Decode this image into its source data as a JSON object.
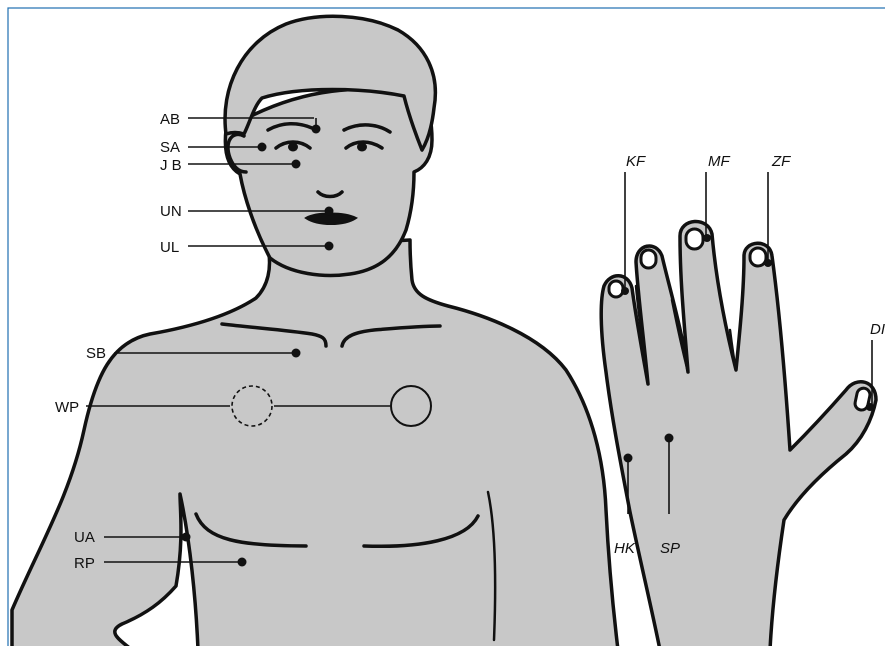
{
  "colors": {
    "body_fill": "#c8c8c8",
    "outline": "#111111",
    "frame_border": "#1f6fb0",
    "background": "#ffffff"
  },
  "body_points": {
    "AB": "AB",
    "SA": "SA",
    "JB": "J B",
    "UN": "UN",
    "UL": "UL",
    "SB": "SB",
    "WP": "WP",
    "UA": "UA",
    "RP": "RP"
  },
  "hand_points": {
    "KF": "KF",
    "MF": "MF",
    "ZF": "ZF",
    "DI": "DI",
    "HK": "HK",
    "SP": "SP"
  }
}
